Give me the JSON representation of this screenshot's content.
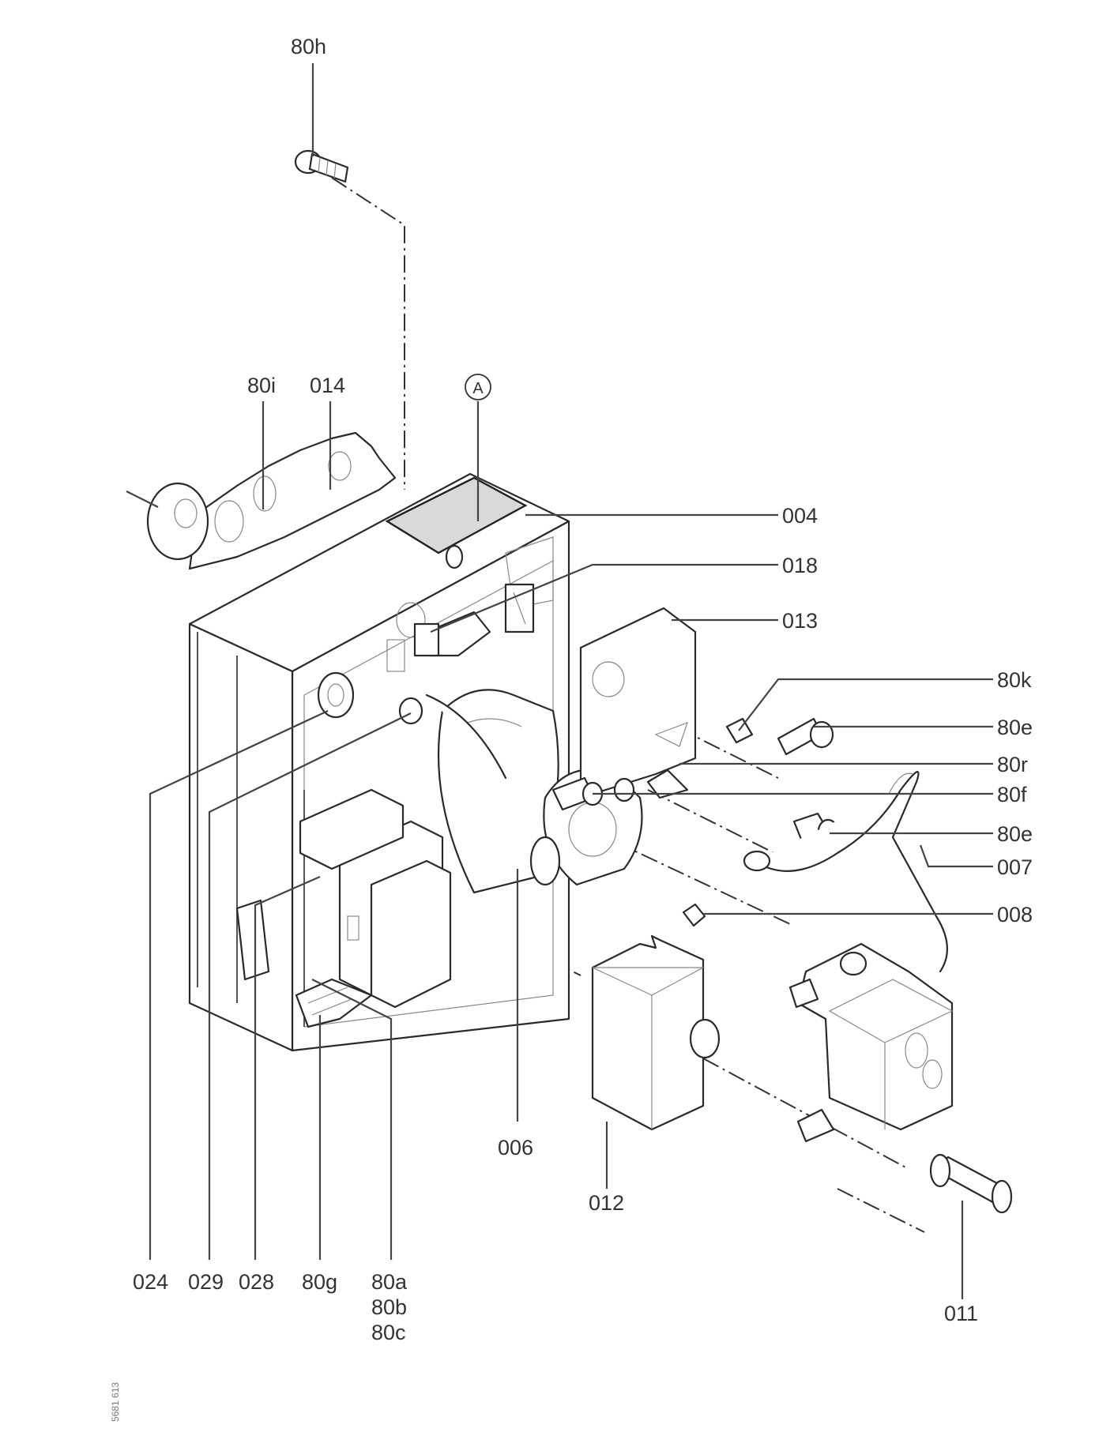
{
  "diagram": {
    "title": "Burner exploded parts view",
    "reference_number": "5681 613",
    "detail_marker": "A",
    "callouts": {
      "p80h": "80h",
      "p80i": "80i",
      "p014": "014",
      "p004": "004",
      "p018": "018",
      "p013": "013",
      "p80k": "80k",
      "p80e_top": "80e",
      "p80r": "80r",
      "p80f": "80f",
      "p80e_bottom": "80e",
      "p007": "007",
      "p008": "008",
      "p006": "006",
      "p012": "012",
      "p011": "011",
      "p024": "024",
      "p029": "029",
      "p028": "028",
      "p80g": "80g",
      "p80a": "80a",
      "p80b": "80b",
      "p80c": "80c"
    },
    "colors": {
      "line": "#2a2a2a",
      "label": "#333333",
      "type_plate_fill": "#d9d9db"
    }
  }
}
